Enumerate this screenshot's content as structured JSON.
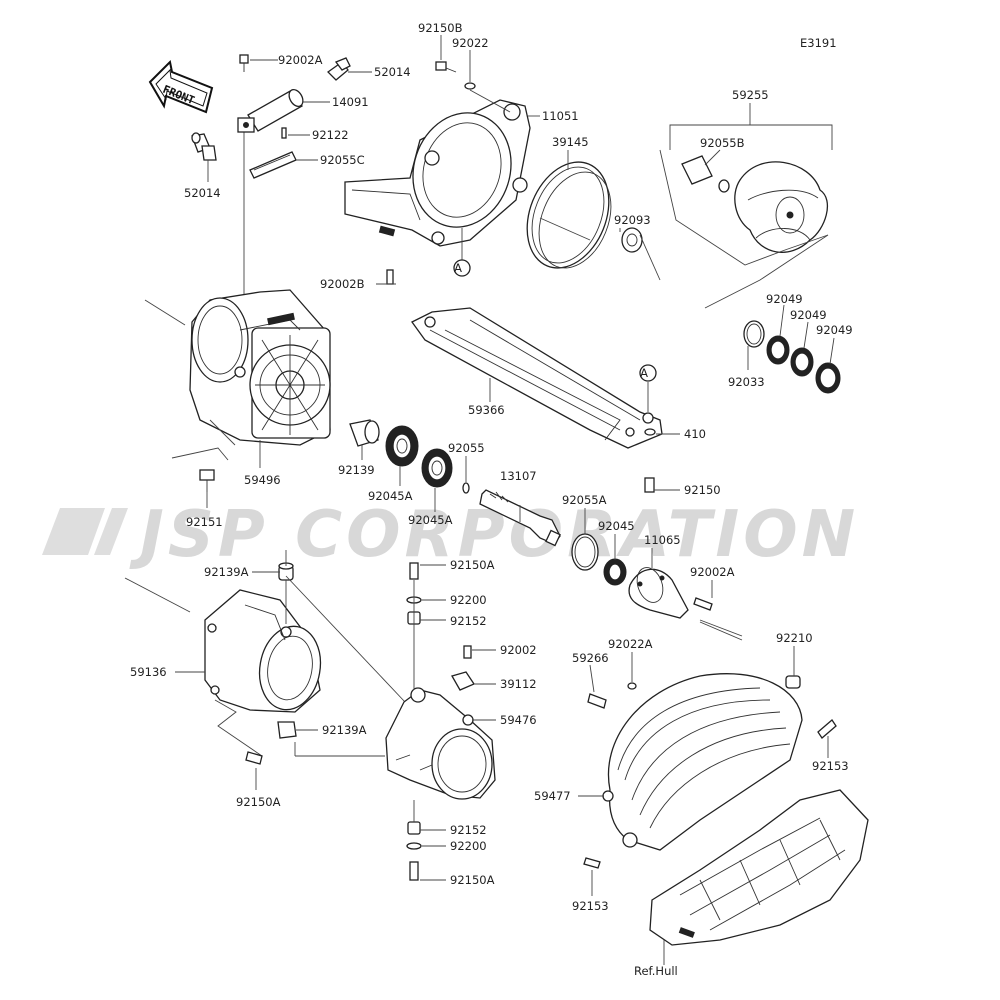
{
  "diagram_code": "E3191",
  "watermark": "JSP CORPORATION",
  "front_label": "FRONT",
  "ref_label": "Ref.Hull",
  "callout_letter": "A",
  "labels": {
    "p92150B": "92150B",
    "p92022": "92022",
    "p92002A_top": "92002A",
    "p52014_top": "52014",
    "p14091": "14091",
    "p92122": "92122",
    "p92055C": "92055C",
    "p52014_left": "52014",
    "p11051": "11051",
    "p39145": "39145",
    "p59255": "59255",
    "p92055B": "92055B",
    "p92093": "92093",
    "p92002B": "92002B",
    "p92049_a": "92049",
    "p92049_b": "92049",
    "p92049_c": "92049",
    "p92033": "92033",
    "p59366": "59366",
    "p410": "410",
    "p92150": "92150",
    "p59496": "59496",
    "p92139": "92139",
    "p92045A_a": "92045A",
    "p92045A_b": "92045A",
    "p92055": "92055",
    "p13107": "13107",
    "p92055A": "92055A",
    "p92045": "92045",
    "p11065": "11065",
    "p92002A_right": "92002A",
    "p92151": "92151",
    "p92139A_top": "92139A",
    "p92150A_top": "92150A",
    "p92200_top": "92200",
    "p92152_top": "92152",
    "p92002": "92002",
    "p39112": "39112",
    "p59476": "59476",
    "p59136": "59136",
    "p92139A_bottom": "92139A",
    "p92150A_left": "92150A",
    "p92152_bottom": "92152",
    "p92200_bottom": "92200",
    "p92150A_bottom": "92150A",
    "p92210": "92210",
    "p59266": "59266",
    "p92022A": "92022A",
    "p92153_right": "92153",
    "p59477": "59477",
    "p92153_bottom": "92153"
  }
}
